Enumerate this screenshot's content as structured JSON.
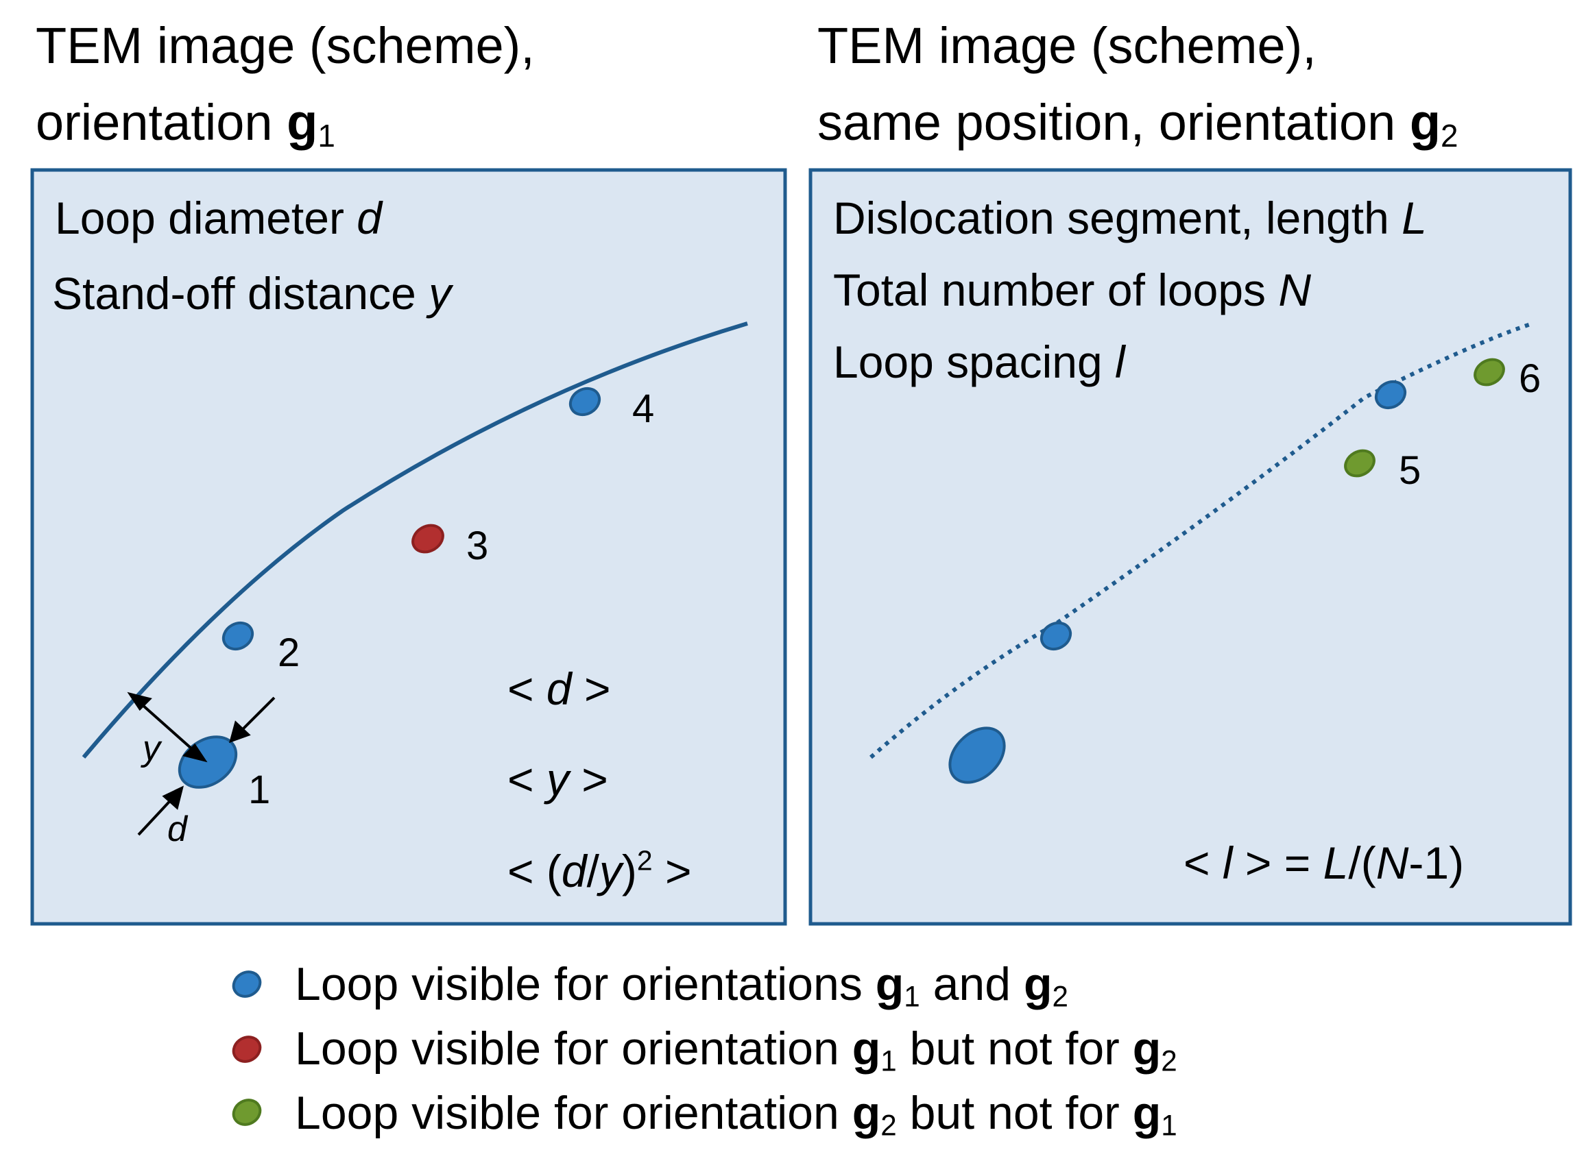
{
  "colors": {
    "box_fill": "#dbe6f2",
    "box_border": "#1f5b8e",
    "curve": "#1f5b8e",
    "loop_blue": "#2f7fc6",
    "loop_red": "#b22f2f",
    "loop_green": "#6f9a2f"
  },
  "left_panel": {
    "title_line1": "TEM image (scheme),",
    "title_line2_text": "orientation ",
    "title_g": "g",
    "title_g_sub": "1",
    "diameter_label": "Loop diameter ",
    "diameter_symbol": "d",
    "standoff_label": "Stand-off distance ",
    "standoff_symbol": "y",
    "loop_numbers": [
      "1",
      "2",
      "3",
      "4"
    ],
    "arrow_label_y": "y",
    "arrow_label_d": "d",
    "stat_d": {
      "open": "< ",
      "sym": "d",
      "close": " >"
    },
    "stat_y": {
      "open": "< ",
      "sym": "y",
      "close": " >"
    },
    "stat_ratio": {
      "open": "< (",
      "sym1": "d",
      "slash": "/",
      "sym2": "y",
      "paren": ")",
      "exp": "2",
      "close": " >"
    }
  },
  "right_panel": {
    "title_line1": "TEM image (scheme),",
    "title_line2_text": "same position, orientation ",
    "title_g": "g",
    "title_g_sub": "2",
    "segment_label": "Dislocation segment, length ",
    "segment_symbol": "L",
    "total_label": "Total number of loops ",
    "total_symbol": "N",
    "spacing_label": "Loop spacing ",
    "spacing_symbol": "l",
    "loop_numbers": [
      "5",
      "6"
    ],
    "formula": {
      "open": "< ",
      "sym_l": "l",
      "mid": " > = ",
      "sym_L": "L",
      "paren_open": "/(",
      "sym_N": "N",
      "tail": "-1)"
    }
  },
  "legend": [
    {
      "marker": "blue",
      "text": "Loop visible for orientations ",
      "g_a": "g",
      "g_a_sub": "1",
      "join": " and ",
      "g_b": "g",
      "g_b_sub": "2"
    },
    {
      "marker": "red",
      "text": "Loop visible for orientation ",
      "g_a": "g",
      "g_a_sub": "1",
      "join": " but not for ",
      "g_b": "g",
      "g_b_sub": "2"
    },
    {
      "marker": "green",
      "text": "Loop visible for orientation ",
      "g_a": "g",
      "g_a_sub": "2",
      "join": " but not for ",
      "g_b": "g",
      "g_b_sub": "1"
    }
  ]
}
